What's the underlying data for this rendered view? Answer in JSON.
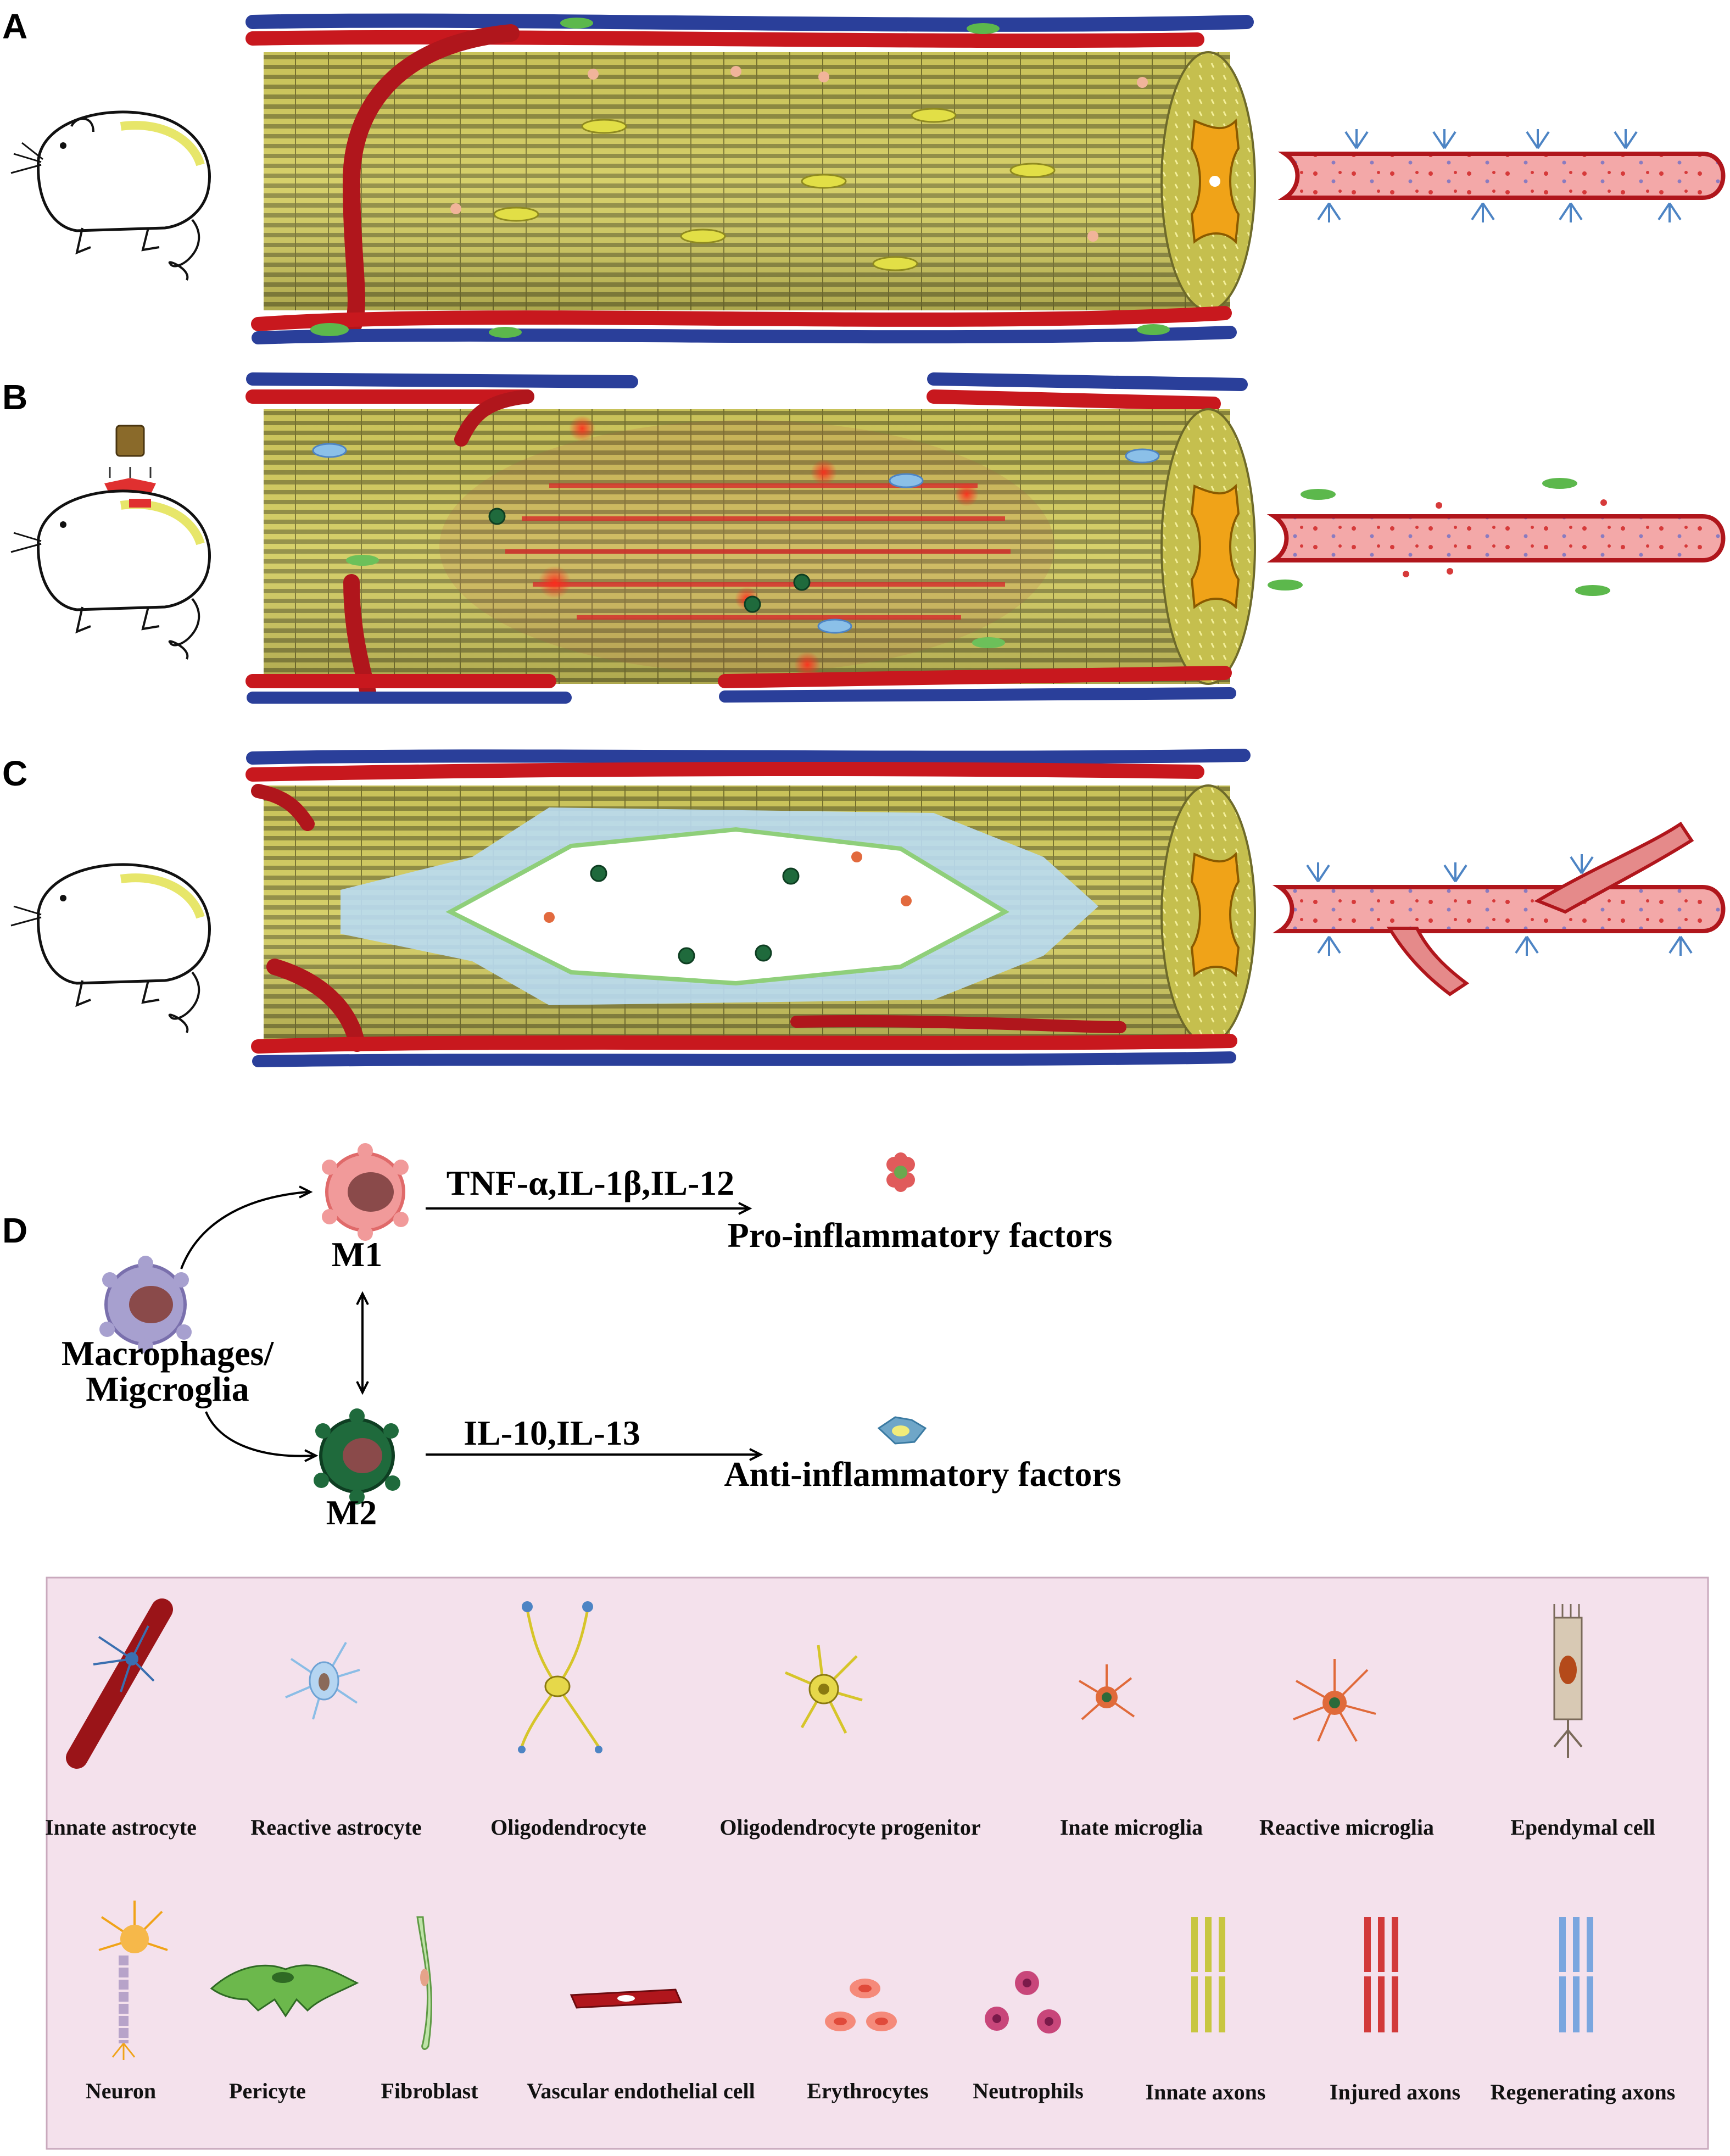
{
  "panels": {
    "a": "A",
    "b": "B",
    "c": "C",
    "d": "D"
  },
  "diagram_d": {
    "source_label_line1": "Macrophages/",
    "source_label_line2": "Migcroglia",
    "m1_label": "M1",
    "m2_label": "M2",
    "m1_cytokines": "TNF-α,IL-1β,IL-12",
    "m1_factors": "Pro-inflammatory factors",
    "m2_cytokines": "IL-10,IL-13",
    "m2_factors": "Anti-inflammatory factors"
  },
  "legend": {
    "row1": [
      "Innate astrocyte",
      "Reactive astrocyte",
      "Oligodendrocyte",
      "Oligodendrocyte progenitor",
      "Inate microglia",
      "Reactive microglia",
      "Ependymal cell"
    ],
    "row2": [
      "Neuron",
      "Pericyte",
      "Fibroblast",
      "Vascular endothelial cell",
      "Erythrocytes",
      "Neutrophils",
      "Innate axons",
      "Injured axons",
      "Regenerating axons"
    ]
  },
  "colors": {
    "cord": "#c9c25a",
    "artery": "#c8181e",
    "vein": "#2a3f9a",
    "legend_bg": "#f4e1ec",
    "axon_innate": "#c8c640",
    "axon_injured": "#d23a3a",
    "axon_regen": "#7aa6df"
  },
  "icons": {
    "mouse": "mouse-icon",
    "impactor": "impactor-icon",
    "m1": "m1-macrophage-icon",
    "m2": "m2-macrophage-icon"
  }
}
